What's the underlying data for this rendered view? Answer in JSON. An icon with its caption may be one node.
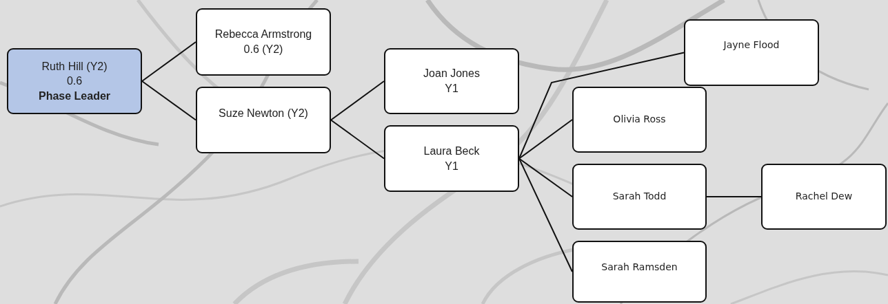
{
  "diagram": {
    "nodes": [
      {
        "text": [
          "Ruth Hill (Y2)",
          "0.6",
          "Phase Leader"
        ]
      },
      {
        "text": [
          "Rebecca Armstrong",
          "0.6 (Y2)"
        ]
      },
      {
        "text": [
          "Suze Newton (Y2)"
        ]
      },
      {
        "text": [
          "Joan Jones",
          "Y1"
        ]
      },
      {
        "text": [
          "Laura Beck",
          "Y1"
        ]
      },
      {
        "text": [
          "Jayne Flood"
        ]
      },
      {
        "text": [
          "Olivia Ross"
        ]
      },
      {
        "text": [
          "Sarah Todd"
        ]
      },
      {
        "text": [
          "Rachel Dew"
        ]
      },
      {
        "text": [
          "Sarah Ramsden"
        ]
      }
    ],
    "edges": [
      {
        "from": 0,
        "to": 1,
        "arrow": "none"
      },
      {
        "from": 0,
        "to": 2,
        "arrow": "none"
      },
      {
        "from": 2,
        "to": 3,
        "arrow": "none"
      },
      {
        "from": 2,
        "to": 4,
        "arrow": "none"
      },
      {
        "from": 4,
        "to": 6,
        "arrow": "none"
      },
      {
        "from": 4,
        "to": 5,
        "arrow": "none"
      },
      {
        "from": 4,
        "to": 7,
        "arrow": "none"
      },
      {
        "from": 4,
        "to": 9,
        "arrow": "none"
      },
      {
        "from": 7,
        "to": 8,
        "arrow": "none"
      }
    ]
  }
}
